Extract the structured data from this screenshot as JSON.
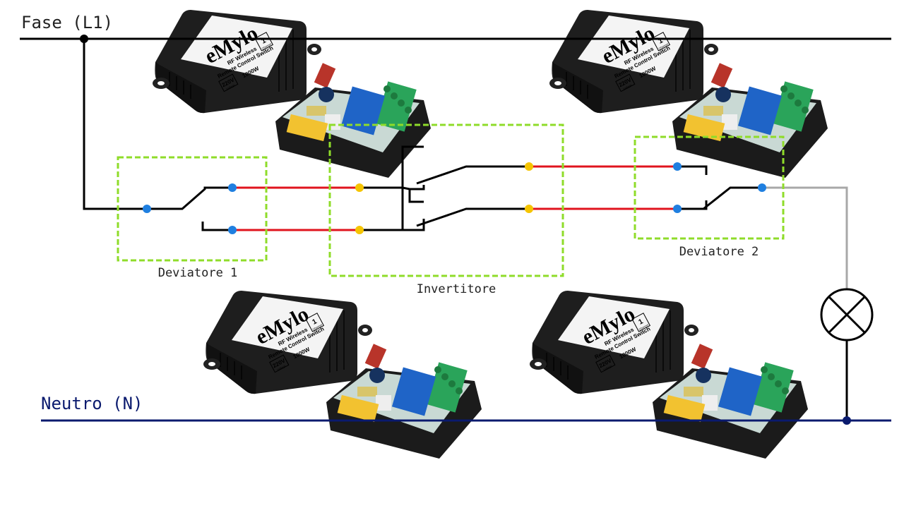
{
  "labels": {
    "phase": "Fase (L1)",
    "neutral": "Neutro (N)",
    "switch1": "Deviatore 1",
    "inverter": "Invertitore",
    "switch2": "Deviatore 2"
  },
  "module": {
    "brand": "eMylo",
    "line1": "RF Wireless",
    "line2": "Remote Control Switch",
    "voltage": "220V",
    "voltage_sub": "Voltage",
    "power": "1000W",
    "channel_num": "1",
    "channel_label": "Channel"
  },
  "colors": {
    "phase_line": "#000000",
    "neutral_line": "#0a1a6e",
    "traveler_wire": "#e0141e",
    "load_wire": "#a8a8a8",
    "terminal_blue": "#1f7fe0",
    "terminal_yellow": "#f5c400",
    "box_outline": "#8fdc2a"
  }
}
